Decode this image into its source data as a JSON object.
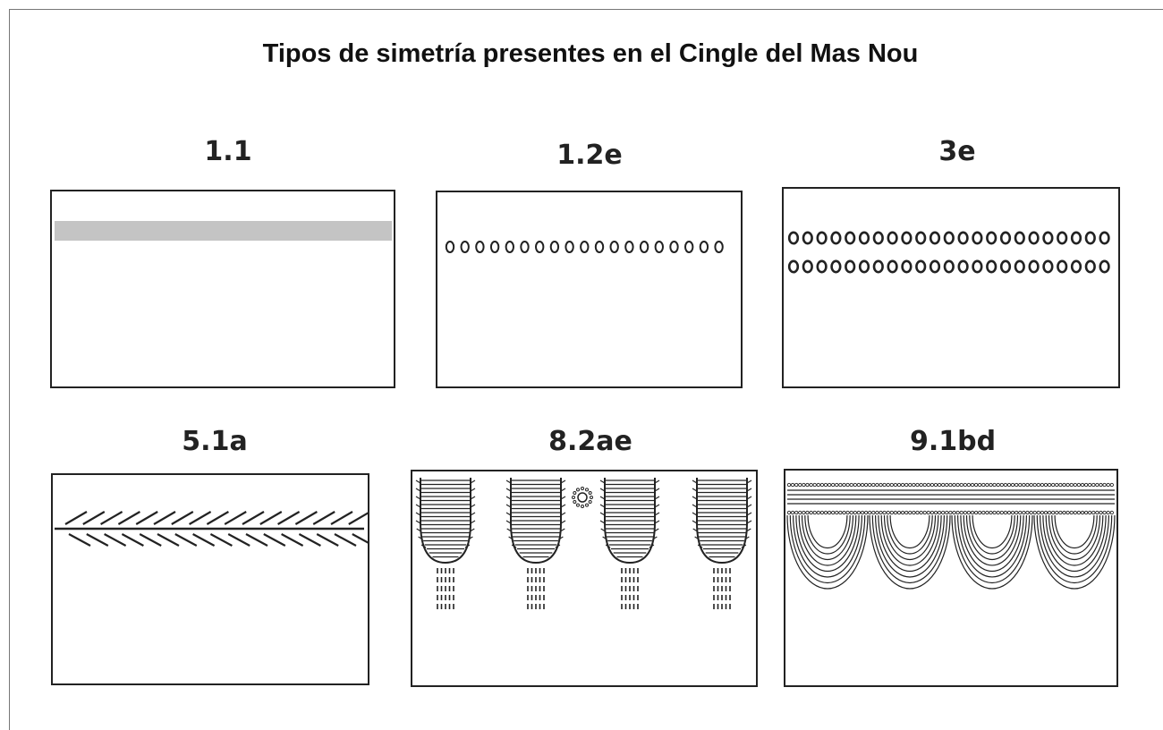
{
  "title": "Tipos de simetría presentes en el Cingle del Mas Nou",
  "panels": [
    {
      "label": "1.1",
      "pattern": "horizontal-band"
    },
    {
      "label": "1.2e",
      "pattern": "single-row-of-circles"
    },
    {
      "label": "3e",
      "pattern": "double-row-of-circles"
    },
    {
      "label": "5.1a",
      "pattern": "herringbone-line"
    },
    {
      "label": "8.2ae",
      "pattern": "hanging-tassels"
    },
    {
      "label": "9.1bd",
      "pattern": "festoon-arcs"
    }
  ],
  "colors": {
    "band": "#c4c4c4",
    "stroke": "#222222"
  }
}
